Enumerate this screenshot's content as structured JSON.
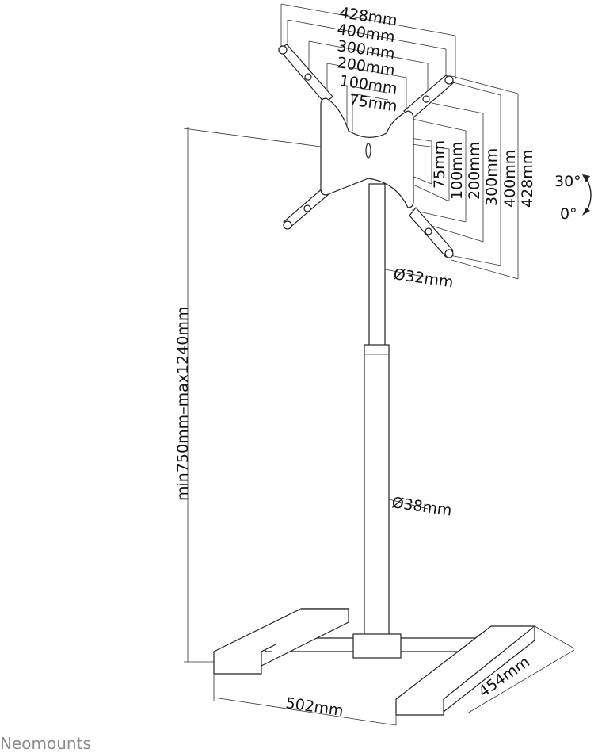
{
  "title": "Neomounts floor stand dimension drawing",
  "top_dimensions": [
    "428mm",
    "400mm",
    "300mm",
    "200mm",
    "100mm",
    "75mm"
  ],
  "side_dimensions": [
    "75mm",
    "100mm",
    "200mm",
    "300mm",
    "400mm",
    "428mm"
  ],
  "tilt": {
    "max": "30°",
    "min": "0°"
  },
  "upper_pole": "Ø32mm",
  "lower_pole": "Ø38mm",
  "height_range": "min750mm–max1240mm",
  "base_width": "502mm",
  "base_depth": "454mm",
  "brand": "Neomounts"
}
